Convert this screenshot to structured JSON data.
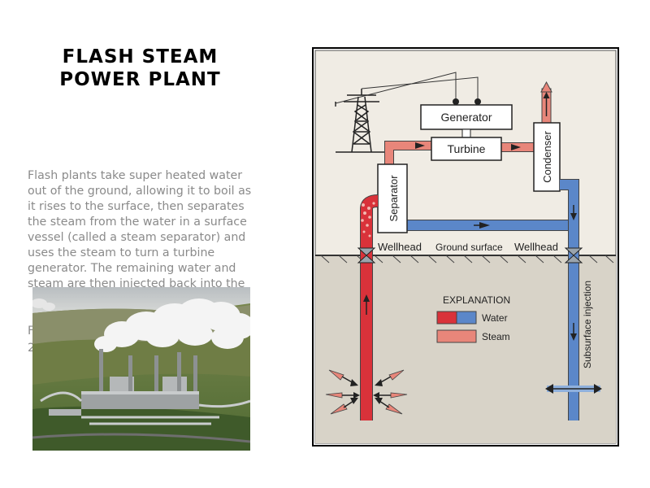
{
  "slide": {
    "title_lines": [
      "FLASH STEAM",
      "POWER PLANT"
    ],
    "description_lines": [
      "Flash plants take super heated water",
      "out of the ground, allowing it to boil as",
      "it rises to the surface, then separates",
      "the steam from the water  in a surface",
      "vessel (called a steam separator) and",
      "uses the steam to turn a turbine",
      "generator.  The remaining water and",
      "steam are then injected back into the"
    ],
    "partial_text": [
      "F",
      "2"
    ]
  },
  "diagram": {
    "labels": {
      "generator": "Generator",
      "turbine": "Turbine",
      "separator": "Separator",
      "condenser": "Condenser",
      "wellhead_left": "Wellhead",
      "wellhead_right": "Wellhead",
      "ground_surface": "Ground surface",
      "subsurface_injection": "Subsurface injection"
    },
    "explanation": {
      "title": "EXPLANATION",
      "water_label": "Water",
      "steam_label": "Steam"
    },
    "colors": {
      "water_red": "#d9323a",
      "water_blue": "#5b87c9",
      "steam": "#e8867a",
      "background": "#f0ece4",
      "ground": "#d8d3c8"
    }
  }
}
